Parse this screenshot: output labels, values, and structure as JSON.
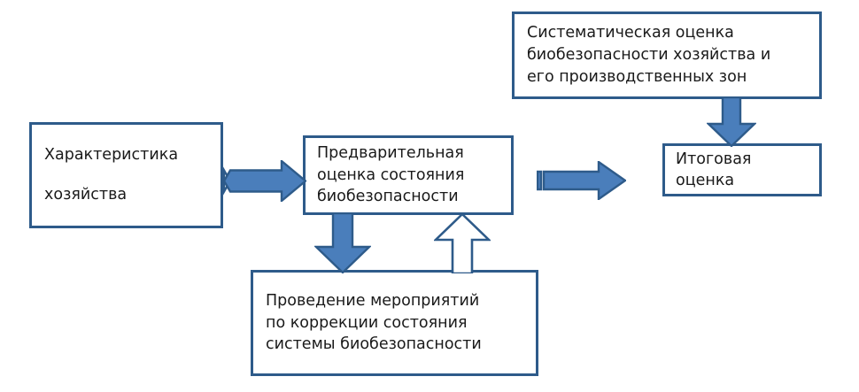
{
  "diagram": {
    "type": "flowchart",
    "language": "ru",
    "colors": {
      "box_border": "#2e5b8a",
      "box_fill": "#ffffff",
      "arrow_fill": "#4a7ebb",
      "arrow_border": "#2e5b8a",
      "hollow_arrow_fill": "#ffffff",
      "text": "#1a1a1a",
      "background": "#ffffff"
    },
    "nodes": [
      {
        "id": "farm-characteristics",
        "label": "Характеристика\nхозяйства"
      },
      {
        "id": "preliminary-assessment",
        "label": "Предварительная\nоценка состояния\nбиобезопасности"
      },
      {
        "id": "systematic-assessment",
        "label": "Систематическая оценка\nбиобезопасности хозяйства и\nего производственных зон"
      },
      {
        "id": "final-assessment",
        "label": "Итоговая\nоценка"
      },
      {
        "id": "corrective-measures",
        "label": "Проведение мероприятий\nпо коррекции состояния\nсистемы биобезопасности"
      }
    ],
    "edges": [
      {
        "id": "char-to-prelim",
        "from": "farm-characteristics",
        "to": "preliminary-assessment",
        "direction": "right",
        "style": "filled"
      },
      {
        "id": "prelim-to-final",
        "from": "preliminary-assessment",
        "to": "final-assessment",
        "direction": "right",
        "style": "filled"
      },
      {
        "id": "systematic-to-final",
        "from": "systematic-assessment",
        "to": "final-assessment",
        "direction": "down",
        "style": "filled"
      },
      {
        "id": "prelim-to-corrective",
        "from": "preliminary-assessment",
        "to": "corrective-measures",
        "direction": "down",
        "style": "filled"
      },
      {
        "id": "corrective-to-prelim",
        "from": "corrective-measures",
        "to": "preliminary-assessment",
        "direction": "up",
        "style": "hollow"
      }
    ]
  }
}
